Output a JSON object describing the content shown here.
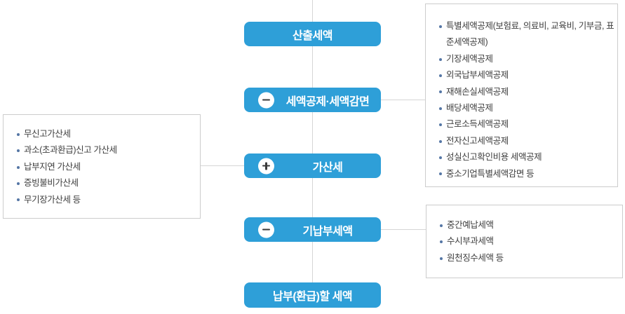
{
  "colors": {
    "node_blue": "#2e9fd8",
    "connector_gray": "#d5d5d5",
    "panel_border_gray": "#cccccc",
    "bullet_blue": "#5576a5",
    "panel_text_gray": "#3f3f3f",
    "node_text_white": "#ffffff",
    "icon_glyph_dark": "#3a3a3a"
  },
  "flow": {
    "nodes": [
      {
        "label": "산출세액",
        "icon": null
      },
      {
        "label": "세액공제·세액감면",
        "icon": "minus-icon"
      },
      {
        "label": "가산세",
        "icon": "plus-icon"
      },
      {
        "label": "기납부세액",
        "icon": "minus-icon"
      },
      {
        "label": "납부(환급)할 세액",
        "icon": null
      }
    ]
  },
  "panels": {
    "credit_details": {
      "items": [
        "특별세액공제(보험료, 의료비, 교육비, 기부금, 표준세액공제)",
        "기장세액공제",
        "외국납부세액공제",
        "재해손실세액공제",
        "배당세액공제",
        "근로소득세액공제",
        "전자신고세액공제",
        "성실신고확인비용 세액공제",
        "중소기업특별세액감면 등"
      ]
    },
    "penalty_details": {
      "items": [
        "무신고가산세",
        "과소(초과환급)신고 가산세",
        "납부지연 가산세",
        "증빙불비가산세",
        "무기장가산세 등"
      ]
    },
    "prepaid_details": {
      "items": [
        "중간예납세액",
        "수시부과세액",
        "원천징수세액 등"
      ]
    }
  }
}
